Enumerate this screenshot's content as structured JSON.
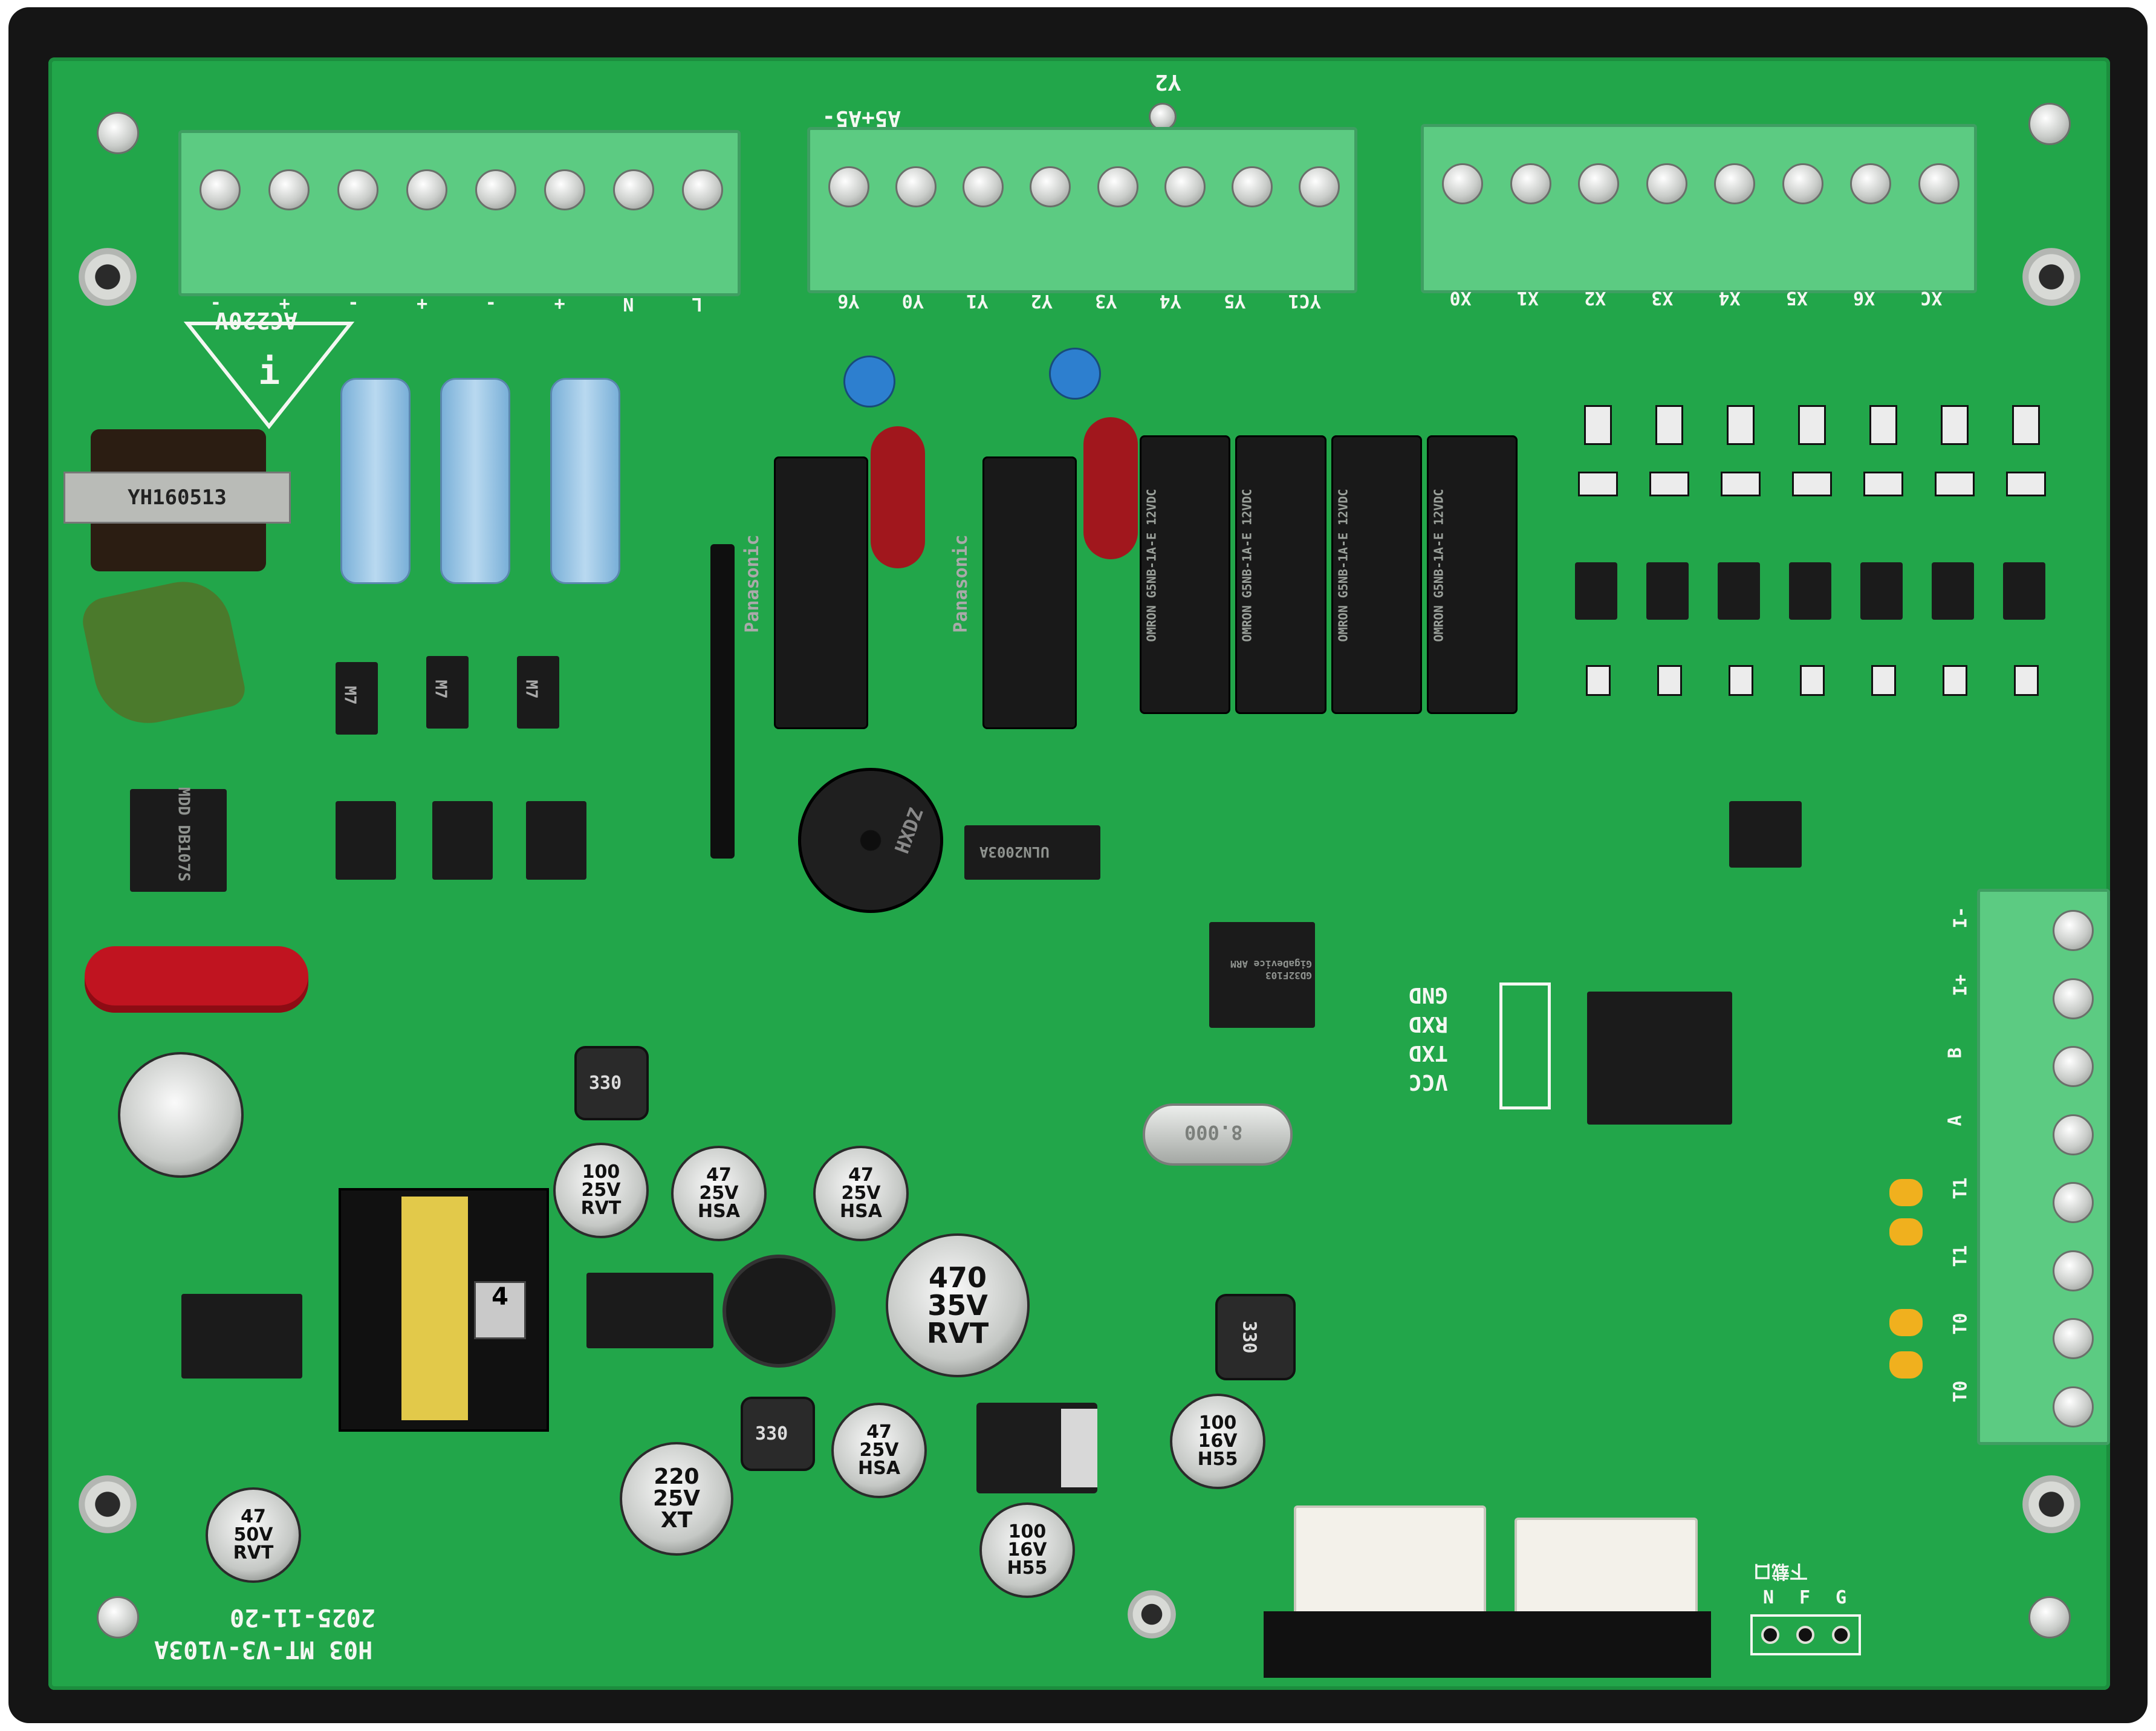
{
  "board": {
    "model": "H03 MT-V3-V103A",
    "date": "2025-11-20",
    "colors": {
      "pcb": "#22a64a",
      "terminal": "#5ccb82",
      "frame": "#151515"
    }
  },
  "terminals": {
    "left_label": "AC220V",
    "left_pins": [
      "L",
      "N",
      "+",
      "-",
      "+",
      "-",
      "+",
      "-"
    ],
    "middle_top_label": "A5+A5-",
    "middle_y_label": "Y2",
    "middle_pins": [
      "YC1",
      "Y5",
      "Y4",
      "Y3",
      "Y2",
      "Y1",
      "Y0",
      "Y6"
    ],
    "right_pins": [
      "XC",
      "X6",
      "X5",
      "X4",
      "X3",
      "X2",
      "X1",
      "X0"
    ],
    "side_pins": [
      "I-",
      "I+",
      "B",
      "A",
      "T1",
      "T1",
      "T0",
      "T0"
    ]
  },
  "components": {
    "transformer_label": "YH160513",
    "relay_panasonic_1": "Panasonic",
    "relay_panasonic_2": "Panasonic",
    "omron_relays": [
      "OMRON G5NB-1A-E 12VDC",
      "OMRON G5NB-1A-E 12VDC",
      "OMRON G5NB-1A-E 12VDC",
      "OMRON G5NB-1A-E 12VDC"
    ],
    "driver_ic": "ULN2003A",
    "mcu": "GD32F103 GigaDevice ARM",
    "bridge": "MDD DB107S",
    "buzzer": "HXDZ",
    "inductor_1": "330",
    "inductor_2": "330",
    "inductor_3": "330",
    "cap_100_25": [
      "100",
      "25V",
      "RVT"
    ],
    "cap_47_25_a": [
      "47",
      "25V",
      "HSA"
    ],
    "cap_47_25_b": [
      "47",
      "25V",
      "HSA"
    ],
    "cap_470_35": [
      "470",
      "35V",
      "RVT"
    ],
    "cap_220_25": [
      "220",
      "25V",
      "XT"
    ],
    "cap_47_25_c": [
      "47",
      "25V",
      "HSA"
    ],
    "cap_100_16_a": [
      "100",
      "16V",
      "H55"
    ],
    "cap_100_16_b": [
      "100",
      "16V",
      "H55"
    ],
    "cap_47_50": [
      "47",
      "50V",
      "RVT"
    ],
    "diode_label": "M7",
    "crystal_label": "8.000"
  },
  "uart_header": [
    "GND",
    "RXD",
    "TXD",
    "VCC"
  ],
  "download_port": {
    "title": "下载口",
    "pins": [
      "N",
      "F",
      "G"
    ]
  }
}
